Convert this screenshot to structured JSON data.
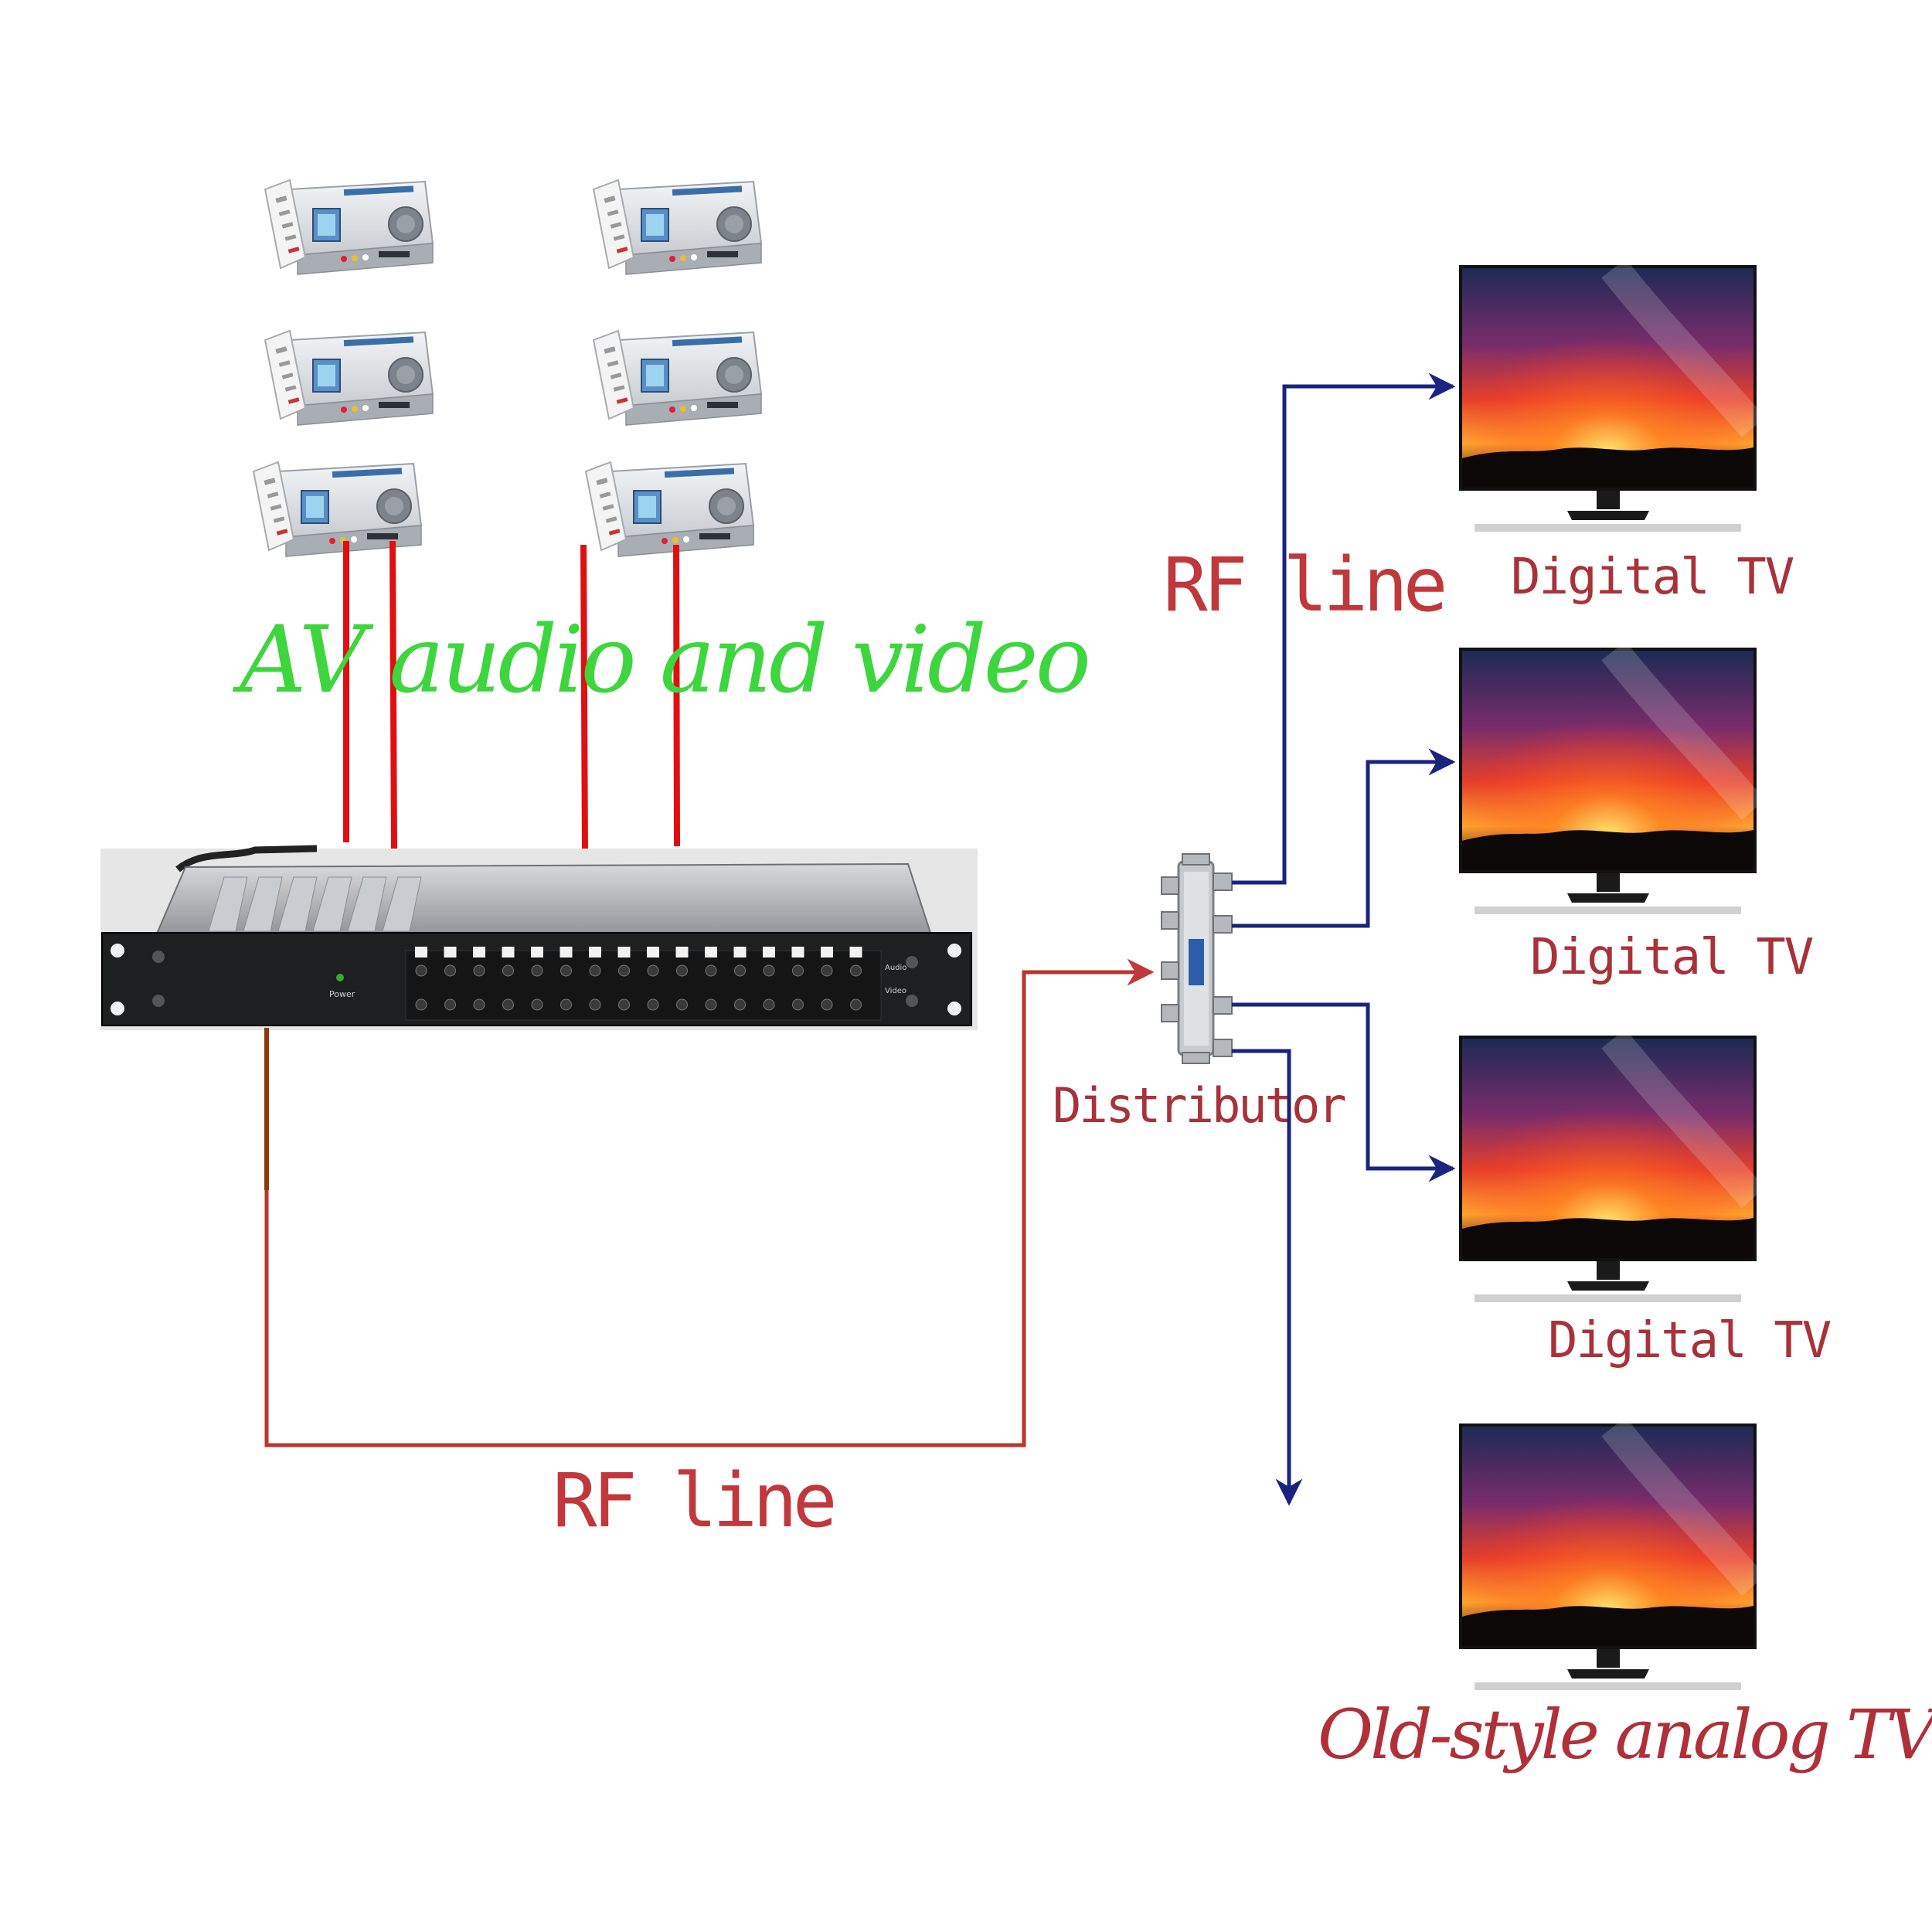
{
  "labels": {
    "av": "AV audio and video",
    "rf_top": "RF line",
    "rf_bottom": "RF line",
    "distributor": "Distributor",
    "tv1": "Digital TV",
    "tv2": "Digital TV",
    "tv3": "Digital TV",
    "tv4": "Old-style analog TV"
  },
  "panel": {
    "power": "Power",
    "audio": "Audio",
    "video": "Video",
    "channel_count": 16
  },
  "colors": {
    "av_cable": "#e01010",
    "rf_in_cable": "#b8362e",
    "rf_out_cable": "#1a237e",
    "av_text": "#3ed63e",
    "label_text": "#a8323a"
  }
}
